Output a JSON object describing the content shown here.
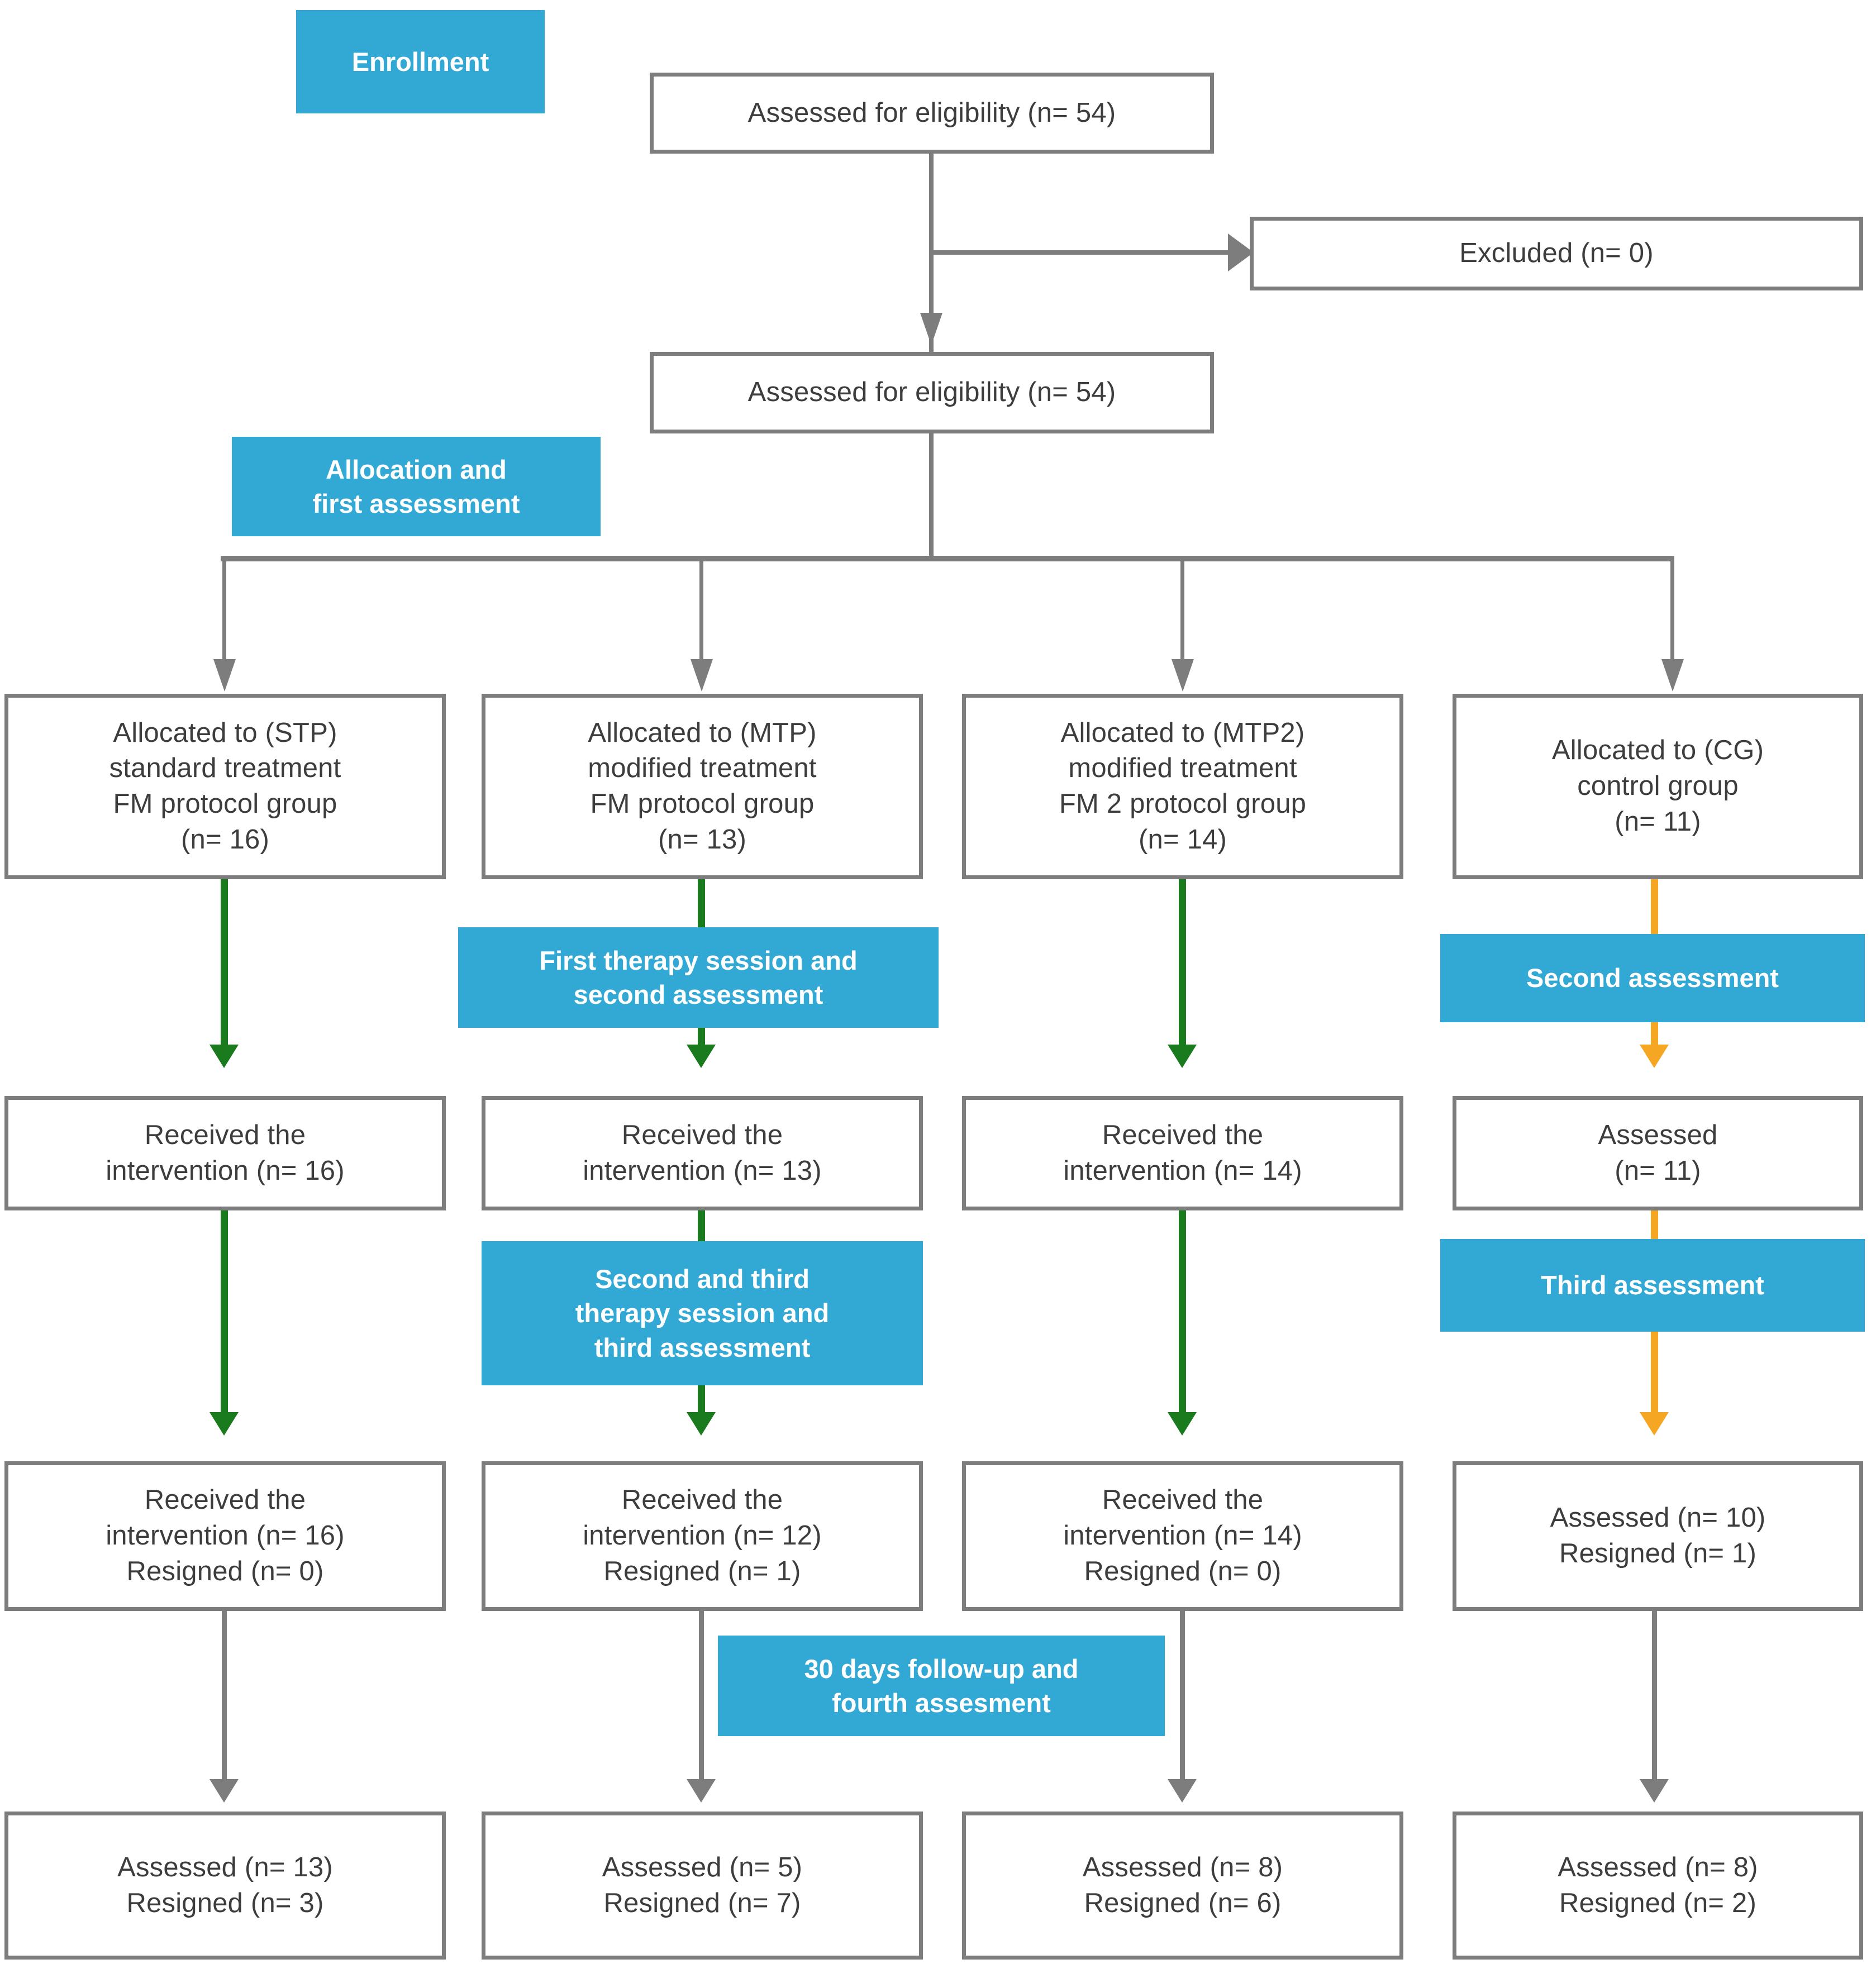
{
  "diagram": {
    "title": "CONSORT participant flow diagram",
    "colors": {
      "stage_blue": "#32a8d4",
      "box_border_gray": "#7d7d7d",
      "connector_gray": "#7d7d7d",
      "connector_green": "#1a7a1e",
      "connector_orange": "#f5a623",
      "text_gray": "#3d3d3d",
      "background": "#ffffff"
    }
  },
  "stages": {
    "enrollment": "Enrollment",
    "allocation_l1": "Allocation and",
    "allocation_l2": "first assessment",
    "first_therapy_l1": "First therapy session and",
    "first_therapy_l2": "second assessment",
    "second_assessment": "Second assessment",
    "second_third_l1": "Second and third",
    "second_third_l2": "therapy session and",
    "second_third_l3": "third assessment",
    "third_assessment": "Third assessment",
    "followup_l1": "30 days follow-up and",
    "followup_l2": "fourth assesment"
  },
  "nodes": {
    "eligibility_1": "Assessed for eligibility (n= 54)",
    "excluded": "Excluded (n= 0)",
    "eligibility_2": "Assessed for eligibility (n= 54)",
    "alloc_stp": {
      "l1": "Allocated to (STP)",
      "l2": "standard treatment",
      "l3": "FM protocol group",
      "l4": "(n= 16)"
    },
    "alloc_mtp": {
      "l1": "Allocated to (MTP)",
      "l2": "modified treatment",
      "l3": "FM protocol group",
      "l4": "(n= 13)"
    },
    "alloc_mtp2": {
      "l1": "Allocated to (MTP2)",
      "l2": "modified treatment",
      "l3": "FM 2 protocol group",
      "l4": "(n= 14)"
    },
    "alloc_cg": {
      "l1": "Allocated to (CG)",
      "l2": "control group",
      "l3": "(n= 11)"
    },
    "row2_stp": {
      "l1": "Received the",
      "l2": "intervention (n= 16)"
    },
    "row2_mtp": {
      "l1": "Received the",
      "l2": "intervention (n= 13)"
    },
    "row2_mtp2": {
      "l1": "Received the",
      "l2": "intervention (n= 14)"
    },
    "row2_cg": {
      "l1": "Assessed",
      "l2": "(n= 11)"
    },
    "row3_stp": {
      "l1": "Received the",
      "l2": "intervention (n= 16)",
      "l3": "Resigned (n= 0)"
    },
    "row3_mtp": {
      "l1": "Received the",
      "l2": "intervention (n= 12)",
      "l3": "Resigned (n= 1)"
    },
    "row3_mtp2": {
      "l1": "Received the",
      "l2": "intervention (n= 14)",
      "l3": "Resigned (n= 0)"
    },
    "row3_cg": {
      "l1": "Assessed (n= 10)",
      "l2": "Resigned (n= 1)"
    },
    "row4_stp": {
      "l1": "Assessed (n= 13)",
      "l2": "Resigned (n= 3)"
    },
    "row4_mtp": {
      "l1": "Assessed (n= 5)",
      "l2": "Resigned (n= 7)"
    },
    "row4_mtp2": {
      "l1": "Assessed (n= 8)",
      "l2": "Resigned (n= 6)"
    },
    "row4_cg": {
      "l1": "Assessed (n= 8)",
      "l2": "Resigned (n= 2)"
    }
  }
}
